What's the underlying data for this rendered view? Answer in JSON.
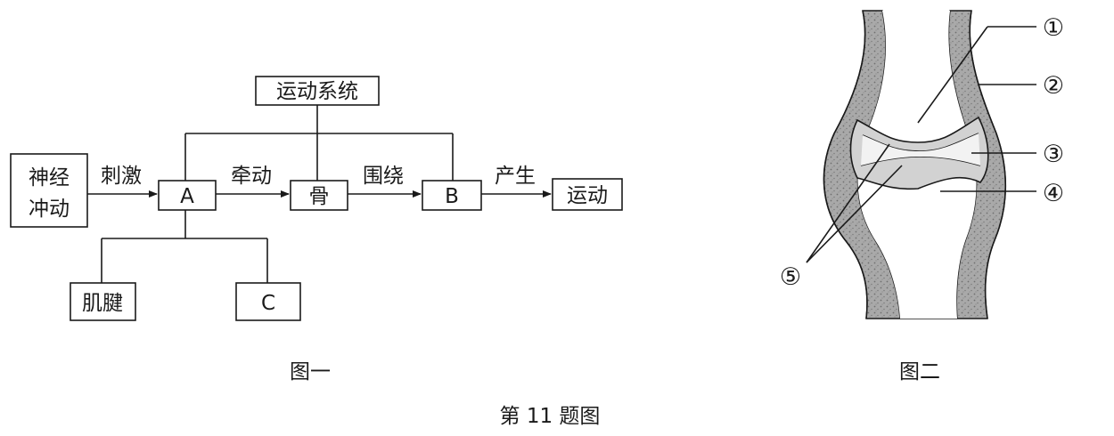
{
  "figure1": {
    "caption": "图一",
    "boxes": {
      "system": "运动系统",
      "nerve_line1": "神经",
      "nerve_line2": "冲动",
      "a": "A",
      "bone": "骨",
      "b": "B",
      "movement": "运动",
      "tendon": "肌腱",
      "c": "C"
    },
    "arrow_labels": {
      "stimulate": "刺激",
      "pull": "牵动",
      "around": "围绕",
      "produce": "产生"
    }
  },
  "figure2": {
    "caption": "图二",
    "labels": [
      "①",
      "②",
      "③",
      "④",
      "⑤"
    ]
  },
  "title": "第 11 题图"
}
